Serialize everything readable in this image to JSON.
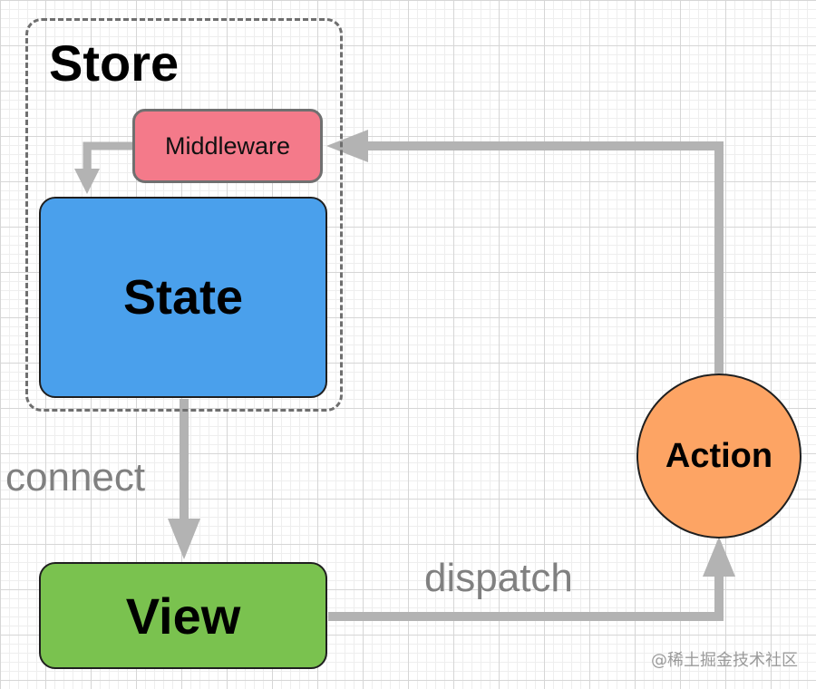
{
  "nodes": {
    "store": {
      "label": "Store"
    },
    "middleware": {
      "label": "Middleware"
    },
    "state": {
      "label": "State"
    },
    "view": {
      "label": "View"
    },
    "action": {
      "label": "Action"
    }
  },
  "edges": {
    "connect": {
      "label": "connect"
    },
    "dispatch": {
      "label": "dispatch"
    }
  },
  "watermark": {
    "text": "@稀土掘金技术社区"
  },
  "colors": {
    "middleware": "#f47a8a",
    "state": "#4aa0ec",
    "view": "#7ac24f",
    "action": "#fda464",
    "arrow": "#b3b3b3",
    "store_border": "#6f6f6f"
  }
}
